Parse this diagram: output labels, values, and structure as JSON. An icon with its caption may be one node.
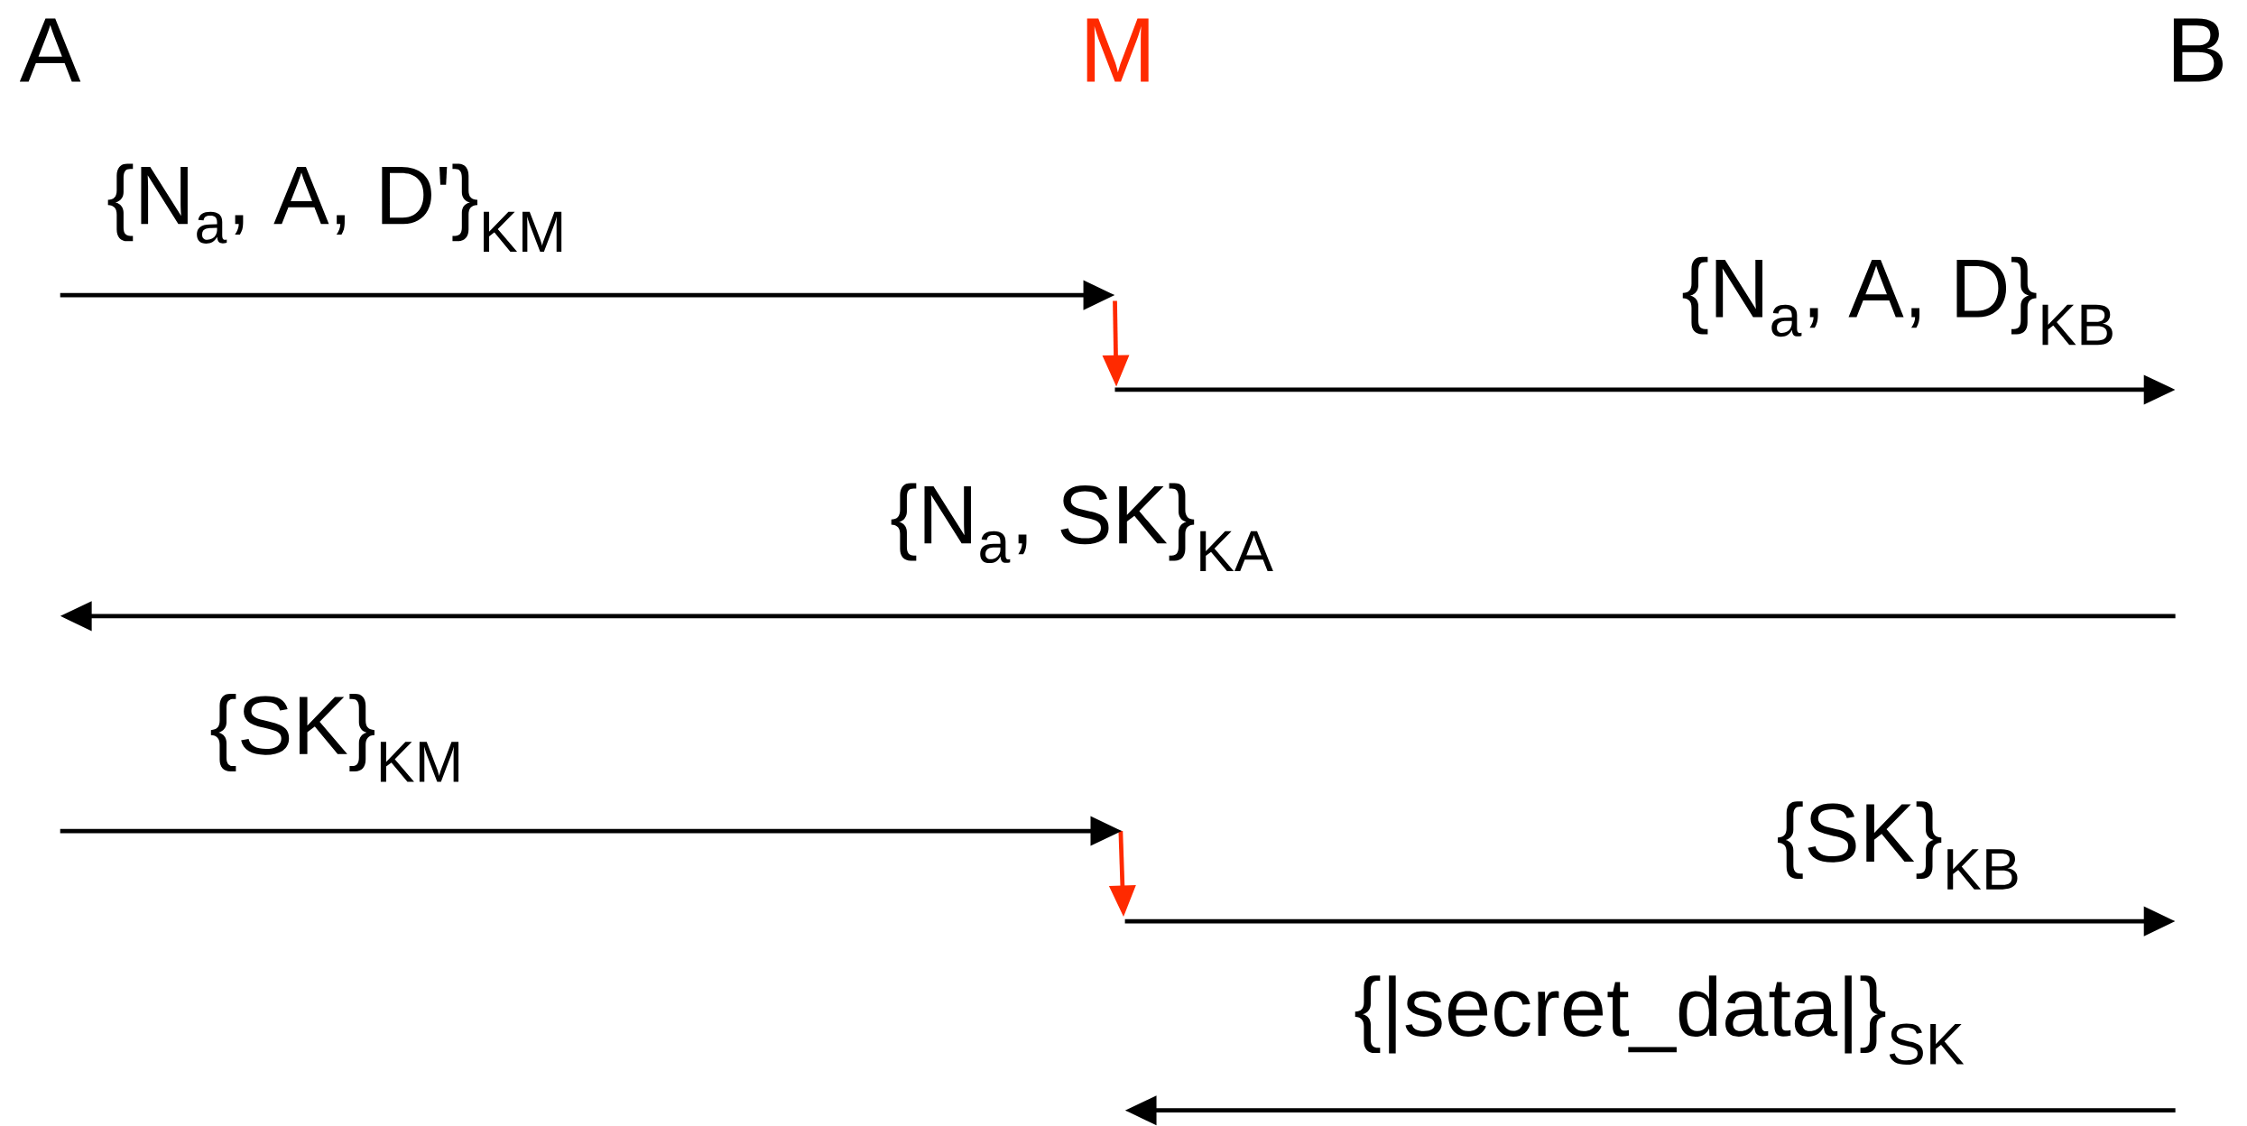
{
  "diagram": {
    "nodes": [
      {
        "text": [
          "A"
        ]
      },
      {
        "text": [
          "M"
        ]
      },
      {
        "text": [
          "B"
        ]
      }
    ],
    "labels": [
      "{N$_{a}$, A, D'}$_{KM}$",
      "{N$_{a}$, A, D}$_{KB}$",
      "{N$_{a}$, SK}$_{KA}$",
      "{SK}$_{KM}$",
      "{SK}$_{KB}$",
      "{|secret_data|}$_{SK}$"
    ]
  }
}
